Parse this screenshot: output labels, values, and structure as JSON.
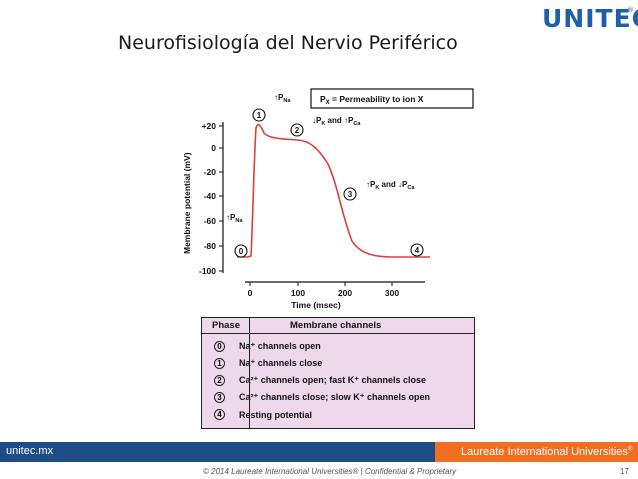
{
  "slide": {
    "title": "Neurofisiología del Nervio Periférico",
    "logo_text": "UNITEC",
    "logo_mark": "®"
  },
  "diagram": {
    "ylabel": "Membrane potential (mV)",
    "xlabel": "Time (msec)",
    "yticks": [
      "+20",
      "0",
      "-20",
      "-40",
      "-60",
      "-80",
      "-100"
    ],
    "xticks": [
      "0",
      "100",
      "200",
      "300"
    ],
    "legend": {
      "main": "P",
      "sub": "X",
      "rest": " = Permeability to ion X"
    },
    "annotations": {
      "pna_up": {
        "arrow": "↑",
        "main": "P",
        "sub": "Na"
      },
      "pna_left": {
        "arrow": "↑",
        "main": "P",
        "sub": "Na"
      },
      "phase2": {
        "arrow": "↓",
        "p1": "P",
        "s1": "K",
        "and": " and ",
        "arrow2": "↑",
        "p2": "P",
        "s2": "Ca"
      },
      "phase3": {
        "arrow": "↑",
        "p1": "P",
        "s1": "K",
        "and": " and ",
        "arrow2": "↓",
        "p2": "P",
        "s2": "Ca"
      }
    },
    "phase_markers": [
      "0",
      "1",
      "2",
      "3",
      "4"
    ],
    "curve_color": "#d9403b"
  },
  "table": {
    "header_phase": "Phase",
    "header_channels": "Membrane channels",
    "rows": [
      {
        "phase": "0",
        "text": "Na⁺ channels open"
      },
      {
        "phase": "1",
        "text": "Na⁺ channels close"
      },
      {
        "phase": "2",
        "text": "Ca²⁺ channels open; fast K⁺ channels close"
      },
      {
        "phase": "3",
        "text": "Ca²⁺ channels close; slow K⁺ channels open"
      },
      {
        "phase": "4",
        "text": "Resting potential"
      }
    ],
    "bg_color": "#eed9ec"
  },
  "footer": {
    "site": "unitec.mx",
    "network": "Laureate International Universities",
    "network_mark": "®",
    "copyright": "© 2014 Laureate International Universities® | Confidential & Proprietary",
    "page": "17"
  }
}
